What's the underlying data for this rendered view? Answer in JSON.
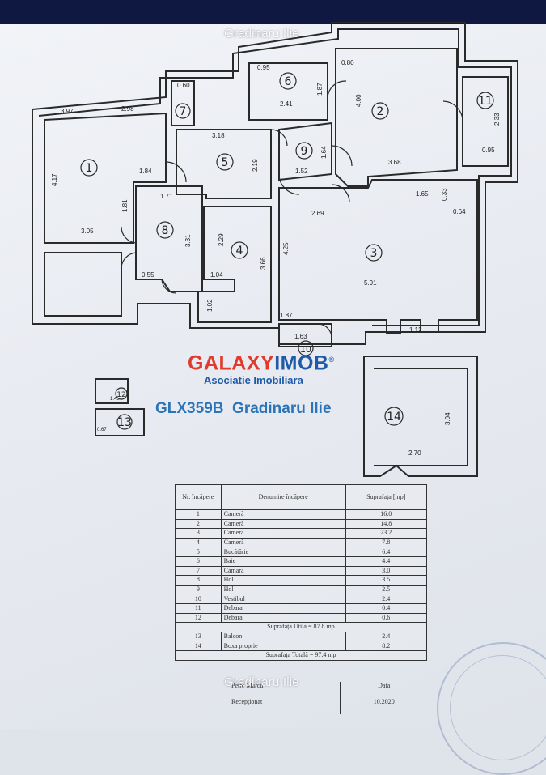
{
  "watermark": "Gradinaru Ilie",
  "logo": {
    "brand_part1": "GALAXY",
    "brand_part2": "IMOB",
    "subtitle": "Asociatie Imobiliara",
    "registered_mark": "®"
  },
  "listing_code": "GLX359B  Gradinaru Ilie",
  "colors": {
    "brand_red": "#e03a2c",
    "brand_blue": "#1e5aa8",
    "code_blue": "#2b74b8",
    "top_band": "#0e1840"
  },
  "rooms": [
    "1",
    "2",
    "3",
    "4",
    "5",
    "6",
    "7",
    "8",
    "9",
    "10",
    "11",
    "12",
    "13",
    "14"
  ],
  "dimensions": {
    "r1_top": "2.98",
    "r1_top2": "3.97",
    "r1_side": "4.17",
    "r1_w": "1.84",
    "r1_b": "3.05",
    "r1_c": "1.81",
    "r2_side": "4.00",
    "r2_b": "3.68",
    "r11_side": "2.33",
    "r11_b": "0.95",
    "r6_a": "0.95",
    "r6_b": "1.87",
    "r6_c": "2.41",
    "r6_d": "0.80",
    "r7_a": "0.60",
    "r5_a": "3.18",
    "r5_b": "2.19",
    "r9_a": "1.52",
    "r9_b": "1.64",
    "r8_a": "1.71",
    "r8_b": "3.31",
    "r8_c": "0.55",
    "r4_a": "2.29",
    "r4_b": "3.66",
    "r4_c": "1.04",
    "r4_d": "1.02",
    "r3_a": "2.69",
    "r3_b": "4.25",
    "r3_c": "5.91",
    "r3_d": "1.65",
    "r3_e": "0.33",
    "r3_f": "0.64",
    "r3_g": "1.12",
    "r10_a": "1.87",
    "r10_b": "1.63",
    "r14_a": "3.04",
    "r14_b": "2.70",
    "r12_a": "1.45",
    "r13_a": "0.67"
  },
  "legend": {
    "headers": [
      "Nr. încăpere",
      "Denumire încăpere",
      "Suprafața [mp]"
    ],
    "rows": [
      [
        "1",
        "Cameră",
        "16.0"
      ],
      [
        "2",
        "Cameră",
        "14.8"
      ],
      [
        "3",
        "Cameră",
        "23.2"
      ],
      [
        "4",
        "Cameră",
        "7.8"
      ],
      [
        "5",
        "Bucătărie",
        "6.4"
      ],
      [
        "6",
        "Baie",
        "4.4"
      ],
      [
        "7",
        "Cămară",
        "3.0"
      ],
      [
        "8",
        "Hol",
        "3.5"
      ],
      [
        "9",
        "Hol",
        "2.5"
      ],
      [
        "10",
        "Vestibul",
        "2.4"
      ],
      [
        "11",
        "Debara",
        "0.4"
      ],
      [
        "12",
        "Debara",
        "0.6"
      ]
    ],
    "subtotal": "Suprafața Utilă = 87.8 mp",
    "extra_rows": [
      [
        "13",
        "Balcon",
        "2.4"
      ],
      [
        "14",
        "Boxa proprie",
        "8.2"
      ]
    ],
    "total": "Suprafața Totală = 97.4 mp",
    "footer_rows": [
      [
        "Petre Marcu",
        "Data"
      ],
      [
        "Recepționat",
        "10.2020"
      ]
    ]
  }
}
